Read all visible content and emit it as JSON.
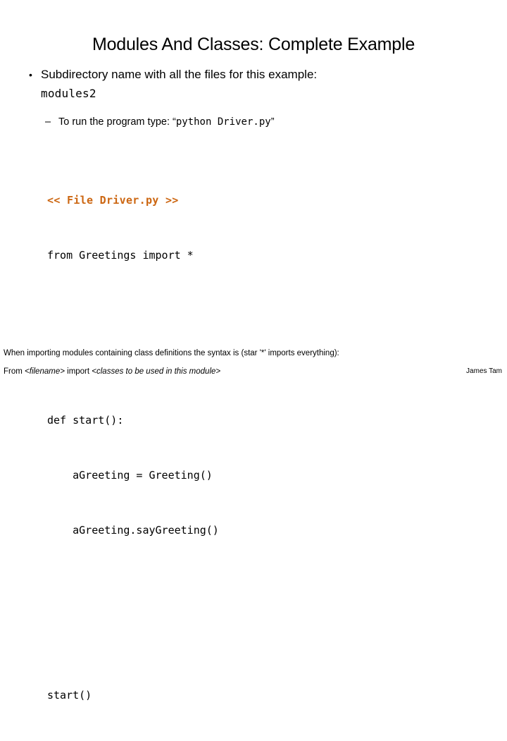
{
  "slide": {
    "title": "Modules And Classes: Complete Example",
    "background_color": "#ffffff",
    "text_color": "#000000",
    "accent_color": "#CC6611"
  },
  "bullets": {
    "level1": {
      "marker": "•",
      "text": "Subdirectory name with all the files for this example:",
      "mono_value": "modules2"
    },
    "level2": {
      "marker": "–",
      "prefix": "To run the program type: “",
      "mono_value": "python Driver.py",
      "suffix": "”"
    }
  },
  "code": {
    "header": "<< File Driver.py >>",
    "lines": [
      "from Greetings import *",
      "",
      "",
      "def start():",
      "    aGreeting = Greeting()",
      "    aGreeting.sayGreeting()",
      "",
      "",
      "start()"
    ]
  },
  "notes": {
    "line1": "When importing modules containing class definitions the syntax is (star '*' imports everything):",
    "line2_part1": "From ",
    "line2_italic1": "<filename>",
    "line2_part2": " import ",
    "line2_italic2": "<classes to be used in this module>"
  },
  "footer": {
    "author": "James Tam"
  }
}
